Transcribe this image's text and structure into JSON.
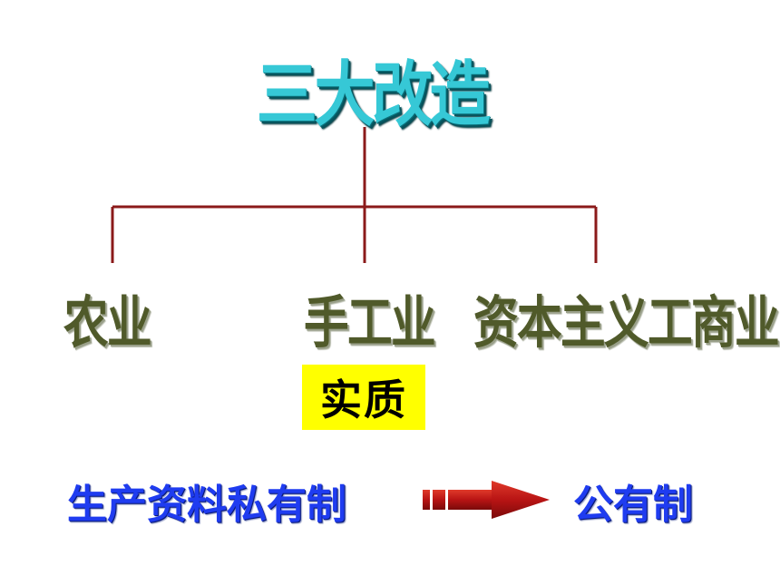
{
  "title": "三大改造",
  "branches": [
    "农业",
    "手工业",
    "资本主义工商业"
  ],
  "essence_label": "实质",
  "from_text": "生产资料私有制",
  "to_text": "公有制",
  "colors": {
    "title": "#36c8d6",
    "branch_text": "#505a2a",
    "connector": "#8b1a1a",
    "highlight": "#ffff00",
    "bottom_text": "#1f3cf0",
    "arrow": "#c01818"
  }
}
